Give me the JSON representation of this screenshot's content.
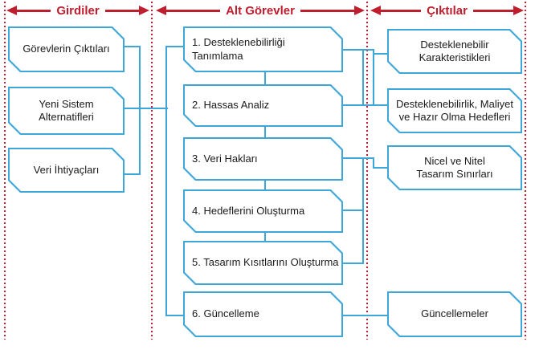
{
  "diagram_title": "Desteklenebilirlik analizi süreci diyagramı",
  "colors": {
    "line_blue": "#3fa6d9",
    "accent_red": "#be1e2d",
    "text": "#1a1a1a",
    "background": "#ffffff"
  },
  "headers": {
    "inputs": "Girdiler",
    "subtasks": "Alt Görevler",
    "outputs": "Çıktılar"
  },
  "inputs": {
    "items": [
      {
        "label": "Görevlerin Çıktıları"
      },
      {
        "label": "Yeni Sistem\nAlternatifleri"
      },
      {
        "label": "Veri İhtiyaçları"
      }
    ]
  },
  "subtasks": {
    "items": [
      {
        "label": "1. Desteklenebilirliği\nTanımlama"
      },
      {
        "label": "2. Hassas Analiz"
      },
      {
        "label": "3. Veri Hakları"
      },
      {
        "label": "4. Hedeflerini Oluşturma"
      },
      {
        "label": "5. Tasarım Kısıtlarını Oluşturma"
      },
      {
        "label": "6. Güncelleme"
      }
    ]
  },
  "outputs": {
    "items": [
      {
        "label": "Desteklenebilir\nKarakteristikleri"
      },
      {
        "label": "Desteklenebilirlik, Maliyet\nve Hazır Olma Hedefleri"
      },
      {
        "label": "Nicel ve Nitel\nTasarım Sınırları"
      },
      {
        "label": "Güncellemeler"
      }
    ]
  }
}
